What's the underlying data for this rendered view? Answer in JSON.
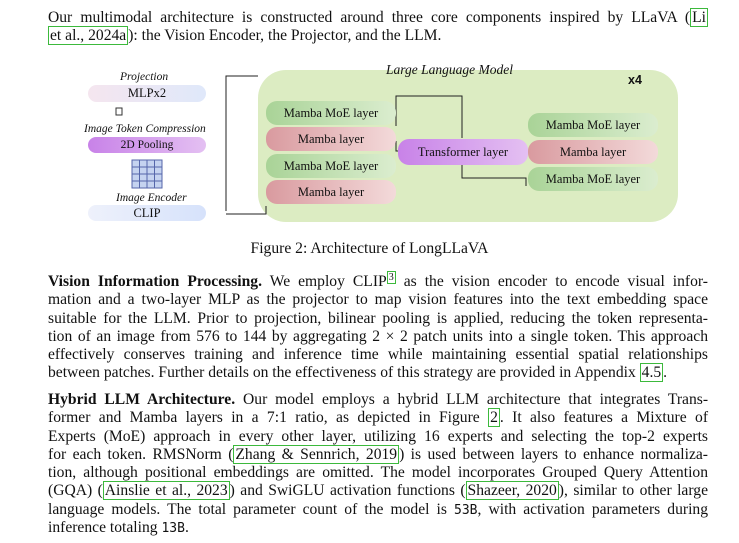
{
  "intro": {
    "line1_pre": "Our multimodal architecture is constructed around three core components inspired by LLaVA (",
    "line1_cite": "Li",
    "line2_cite": "et al., 2024a",
    "line2_post": "): the Vision Encoder, the Projector, and the LLM."
  },
  "figure": {
    "projection_label": "Projection",
    "projection_box": "MLPx2",
    "compression_label": "Image Token Compression",
    "compression_box": "2D Pooling",
    "encoder_label": "Image Encoder",
    "encoder_box": "CLIP",
    "llm_title": "Large Language Model",
    "repeat": "x4",
    "left_stack": [
      "Mamba MoE layer",
      "Mamba layer",
      "Mamba MoE layer",
      "Mamba layer"
    ],
    "transformer": "Transformer layer",
    "right_stack": [
      "Mamba MoE layer",
      "Mamba layer",
      "Mamba MoE layer"
    ],
    "colors": {
      "moe": "#b9d9a8",
      "mamba": "#dca3a6",
      "transformer": "#c98ee8",
      "llm_bg": "#dcecc2",
      "clip": "#dde6fb",
      "pool": "#d9a6ee"
    },
    "caption": "Figure 2: Architecture of LongLLaVA"
  },
  "vision": {
    "heading": "Vision Information Processing.",
    "l1_pre": "We employ CLIP",
    "footnote": "3",
    "l1_post": "as the vision encoder to encode visual infor-",
    "l2": "mation and a two-layer MLP as the projector to map vision features into the text embedding space",
    "l3": "suitable for the LLM. Prior to projection, bilinear pooling is applied, reducing the token representa-",
    "l4": "tion of an image from 576 to 144 by aggregating 2 × 2 patch units into a single token. This approach",
    "l5": "effectively conserves training and inference time while maintaining essential spatial relationships",
    "l6_pre": "between patches. Further details on the effectiveness of this strategy are provided in Appendix",
    "l6_ref": "4.5",
    "l6_post": "."
  },
  "hybrid": {
    "heading": "Hybrid LLM Architecture.",
    "l1": "Our model employs a hybrid LLM architecture that integrates Trans-",
    "l2_pre": "former and Mamba layers in a 7:1 ratio, as depicted in Figure",
    "l2_ref": "2",
    "l2_post": ". It also features a Mixture of",
    "l3": "Experts (MoE) approach in every other layer, utilizing 16 experts and selecting the top-2 experts",
    "l4_pre": "for each token. RMSNorm (",
    "l4_cite": "Zhang & Sennrich, 2019",
    "l4_post": ") is used between layers to enhance normaliza-",
    "l5": "tion, although positional embeddings are omitted. The model incorporates Grouped Query Attention",
    "l6_pre": "(GQA) (",
    "l6_cite1": "Ainslie et al., 2023",
    "l6_mid": ") and SwiGLU activation functions (",
    "l6_cite2": "Shazeer, 2020",
    "l6_post": "), similar to other large",
    "l7_pre": "language models. The total parameter count of the model is",
    "l7_mono1": "53B",
    "l7_post": ", with activation parameters during",
    "l8_pre": "inference totaling",
    "l8_mono": "13B",
    "l8_post": "."
  }
}
